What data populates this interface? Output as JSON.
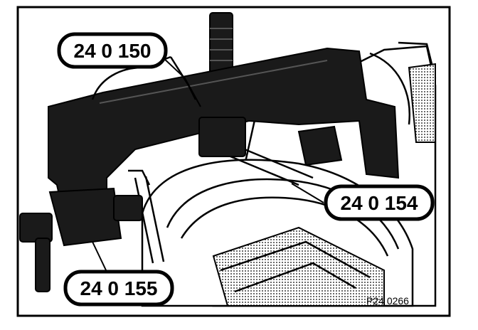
{
  "callouts": {
    "tool_150": "24 0 150",
    "tool_154": "24 0 154",
    "tool_155": "24 0 155"
  },
  "figure_ref": "P24 0266",
  "colors": {
    "ink": "#000000",
    "paper": "#ffffff",
    "tool_fill": "#1a1a1a"
  }
}
